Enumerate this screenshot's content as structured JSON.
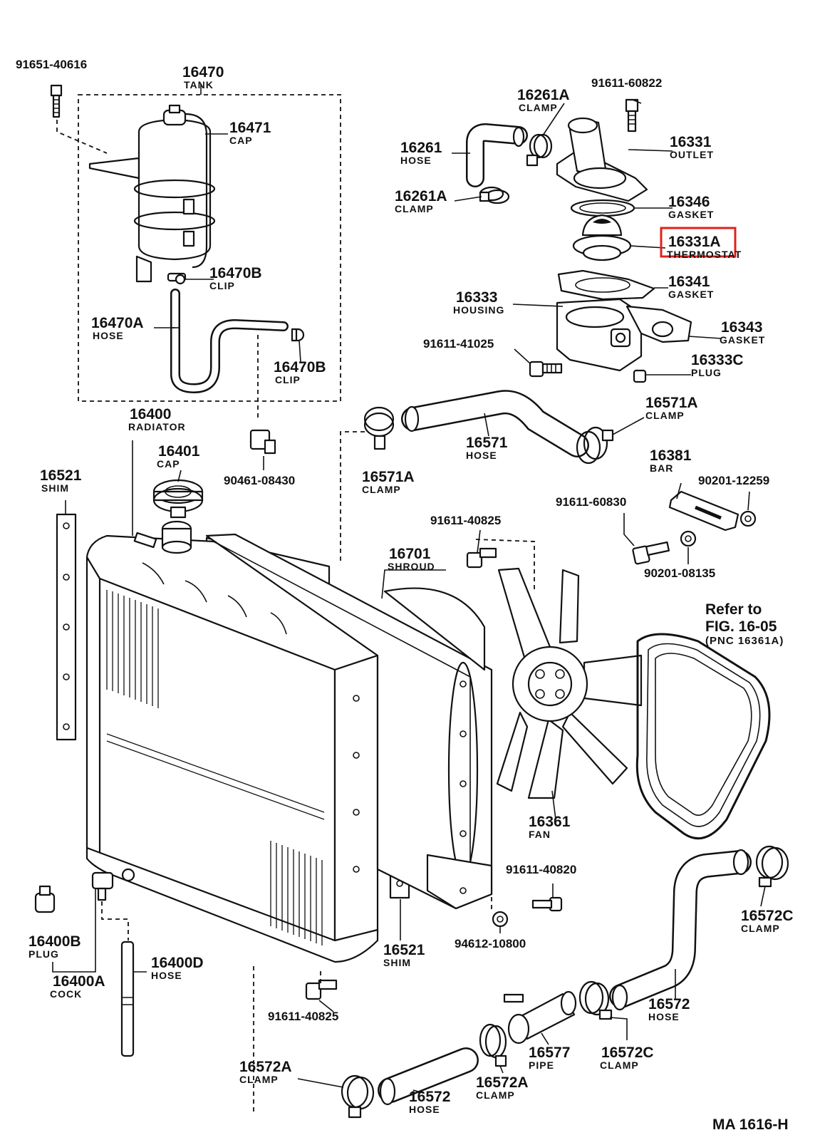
{
  "diagram_id": "MA 1616-H",
  "highlight_color": "#e0201b",
  "refer": {
    "line1": "Refer to",
    "line2": "FIG. 16-05",
    "line3": "(PNC 16361A)"
  },
  "parts": [
    {
      "num": "16470",
      "name": "TANK"
    },
    {
      "num": "16471",
      "name": "CAP"
    },
    {
      "num": "16470B",
      "name": "CLIP"
    },
    {
      "num": "16470A",
      "name": "HOSE"
    },
    {
      "num": "16470B",
      "name": "CLIP"
    },
    {
      "num": "16261A",
      "name": "CLAMP"
    },
    {
      "num": "16261",
      "name": "HOSE"
    },
    {
      "num": "16261A",
      "name": "CLAMP"
    },
    {
      "num": "16331",
      "name": "OUTLET"
    },
    {
      "num": "16346",
      "name": "GASKET"
    },
    {
      "num": "16331A",
      "name": "THERMOSTAT"
    },
    {
      "num": "16341",
      "name": "GASKET"
    },
    {
      "num": "16333",
      "name": "HOUSING"
    },
    {
      "num": "16343",
      "name": "GASKET"
    },
    {
      "num": "16333C",
      "name": "PLUG"
    },
    {
      "num": "16571A",
      "name": "CLAMP"
    },
    {
      "num": "16571",
      "name": "HOSE"
    },
    {
      "num": "16571A",
      "name": "CLAMP"
    },
    {
      "num": "16400",
      "name": "RADIATOR"
    },
    {
      "num": "16401",
      "name": "CAP"
    },
    {
      "num": "16521",
      "name": "SHIM"
    },
    {
      "num": "16381",
      "name": "BAR"
    },
    {
      "num": "16701",
      "name": "SHROUD"
    },
    {
      "num": "16361",
      "name": "FAN"
    },
    {
      "num": "16572C",
      "name": "CLAMP"
    },
    {
      "num": "16400B",
      "name": "PLUG"
    },
    {
      "num": "16400A",
      "name": "COCK"
    },
    {
      "num": "16400D",
      "name": "HOSE"
    },
    {
      "num": "16521",
      "name": "SHIM"
    },
    {
      "num": "16572",
      "name": "HOSE"
    },
    {
      "num": "16572A",
      "name": "CLAMP"
    },
    {
      "num": "16577",
      "name": "PIPE"
    },
    {
      "num": "16572C",
      "name": "CLAMP"
    },
    {
      "num": "16572A",
      "name": "CLAMP"
    },
    {
      "num": "16572",
      "name": "HOSE"
    }
  ],
  "codes": [
    "91651-40616",
    "91611-60822",
    "91611-41025",
    "90461-08430",
    "91611-60830",
    "90201-12259",
    "91611-40825",
    "90201-08135",
    "91611-40820",
    "94612-10800",
    "91611-40825"
  ]
}
